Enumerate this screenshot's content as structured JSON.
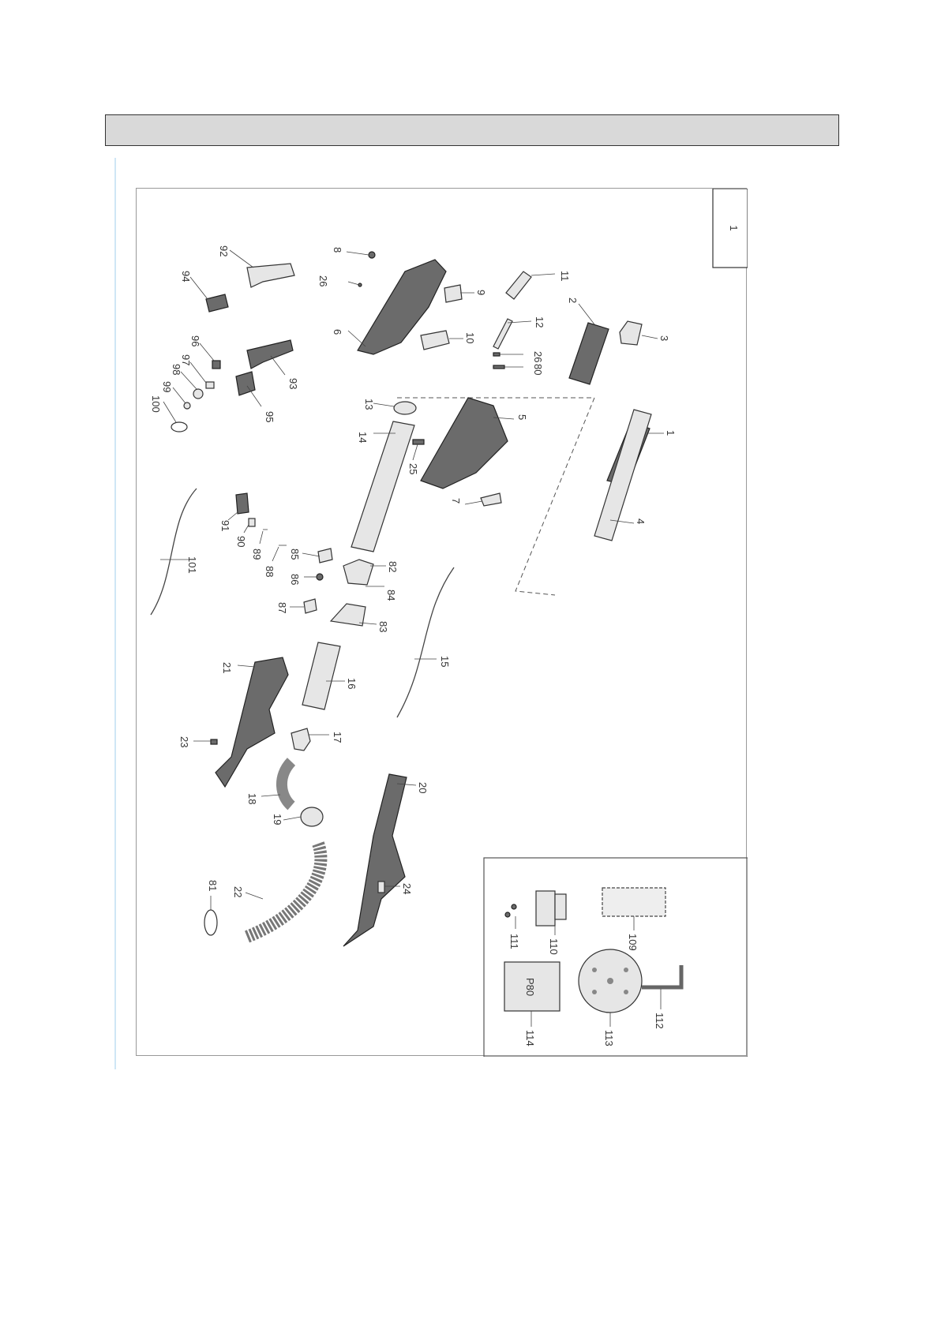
{
  "header": {
    "title": ""
  },
  "sheet": {
    "page_number": "1"
  },
  "labels": {
    "l92": "92",
    "l94": "94",
    "l96": "96",
    "l97": "97",
    "l98": "98",
    "l99": "99",
    "l100": "100",
    "l93": "93",
    "l95": "95",
    "l8": "8",
    "l26a": "26",
    "l6": "6",
    "l9": "9",
    "l10": "10",
    "l11": "11",
    "l12": "12",
    "l26b": "26",
    "l80": "80",
    "l2": "2",
    "l3": "3",
    "l13": "13",
    "l14": "14",
    "l5": "5",
    "l25": "25",
    "l7": "7",
    "l1": "1",
    "l4": "4",
    "l101": "101",
    "l91": "91",
    "l90": "90",
    "l89": "89",
    "l88": "88",
    "l85": "85",
    "l86": "86",
    "l82": "82",
    "l84": "84",
    "l87": "87",
    "l83": "83",
    "l15": "15",
    "l21": "21",
    "l16": "16",
    "l23": "23",
    "l17": "17",
    "l18": "18",
    "l20": "20",
    "l19": "19",
    "l81": "81",
    "l22": "22",
    "l24": "24",
    "l111": "111",
    "l110": "110",
    "l109": "109",
    "l114": "114",
    "l113": "113",
    "l112": "112"
  }
}
